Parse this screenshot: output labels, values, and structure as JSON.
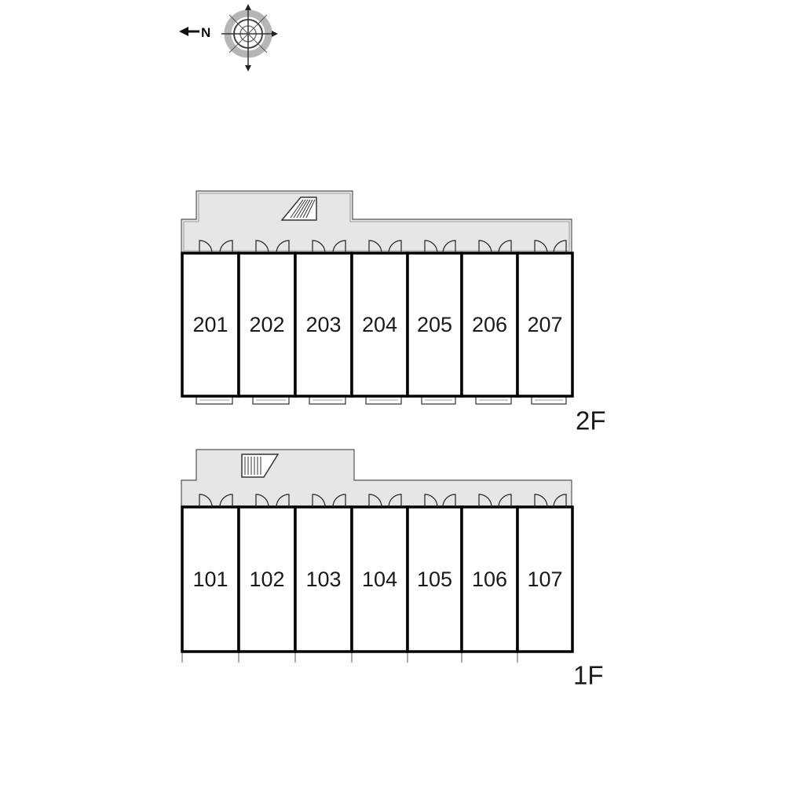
{
  "compass": {
    "north_letter": "N"
  },
  "floors": [
    {
      "id": "2F",
      "label": "2F",
      "units": [
        "201",
        "202",
        "203",
        "204",
        "205",
        "206",
        "207"
      ]
    },
    {
      "id": "1F",
      "label": "1F",
      "units": [
        "101",
        "102",
        "103",
        "104",
        "105",
        "106",
        "107"
      ]
    }
  ],
  "colors": {
    "corridor": "#e6e6e6",
    "wall": "#000000",
    "outline": "#555555"
  }
}
